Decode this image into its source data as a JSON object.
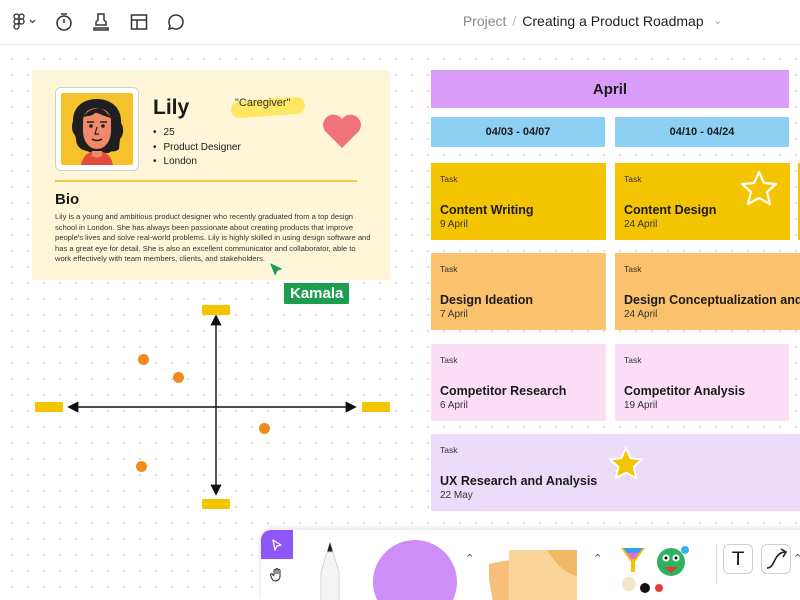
{
  "header": {
    "breadcrumb": {
      "project": "Project",
      "separator": "/",
      "title": "Creating a Product Roadmap"
    },
    "icons": [
      "figma-menu-icon",
      "timer-icon",
      "stamp-icon",
      "layout-icon",
      "comment-icon"
    ]
  },
  "persona": {
    "name": "Lily",
    "tag": "\"Caregiver\"",
    "details": [
      "25",
      "Product Designer",
      "London"
    ],
    "bio_title": "Bio",
    "bio_text": "Lily is a young and ambitious product designer who recently graduated from a top design school in London. She has always been passionate about creating products that improve people's lives and solve real-world problems. Lily is highly skilled in using design software and has a great eye for detail. She is also an excellent communicator and collaborator, able to work effectively with team members, clients, and stakeholders."
  },
  "cursor": {
    "label": "Kamala",
    "color": "#1d9e4f"
  },
  "roadmap": {
    "month": "April",
    "weeks": [
      "04/03 - 04/07",
      "04/10 - 04/24"
    ],
    "task_label": "Task",
    "tasks": [
      {
        "title": "Content Writing",
        "date": "9 April",
        "color": "#f5c400"
      },
      {
        "title": "Content Design",
        "date": "24 April",
        "color": "#f5c400"
      },
      {
        "title": "Design Ideation",
        "date": "7 April",
        "color": "#fbc26d"
      },
      {
        "title": "Design Conceptualization and",
        "date": "24 April",
        "color": "#fbc26d"
      },
      {
        "title": "Competitor Research",
        "date": "6 April",
        "color": "#fbdef6"
      },
      {
        "title": "Competitor Analysis",
        "date": "19 April",
        "color": "#fbdef6"
      },
      {
        "title": "UX Research and Analysis",
        "date": "22 May",
        "color": "#ebdcfa"
      }
    ]
  },
  "toolbar": {
    "tools": [
      "select-tool",
      "hand-tool",
      "marker-tool",
      "shape-tool",
      "sticky-note-tool",
      "stickers-tool",
      "text-tool",
      "connector-tool"
    ],
    "text_tool_glyph": "T",
    "accent": "#8e55f8"
  }
}
